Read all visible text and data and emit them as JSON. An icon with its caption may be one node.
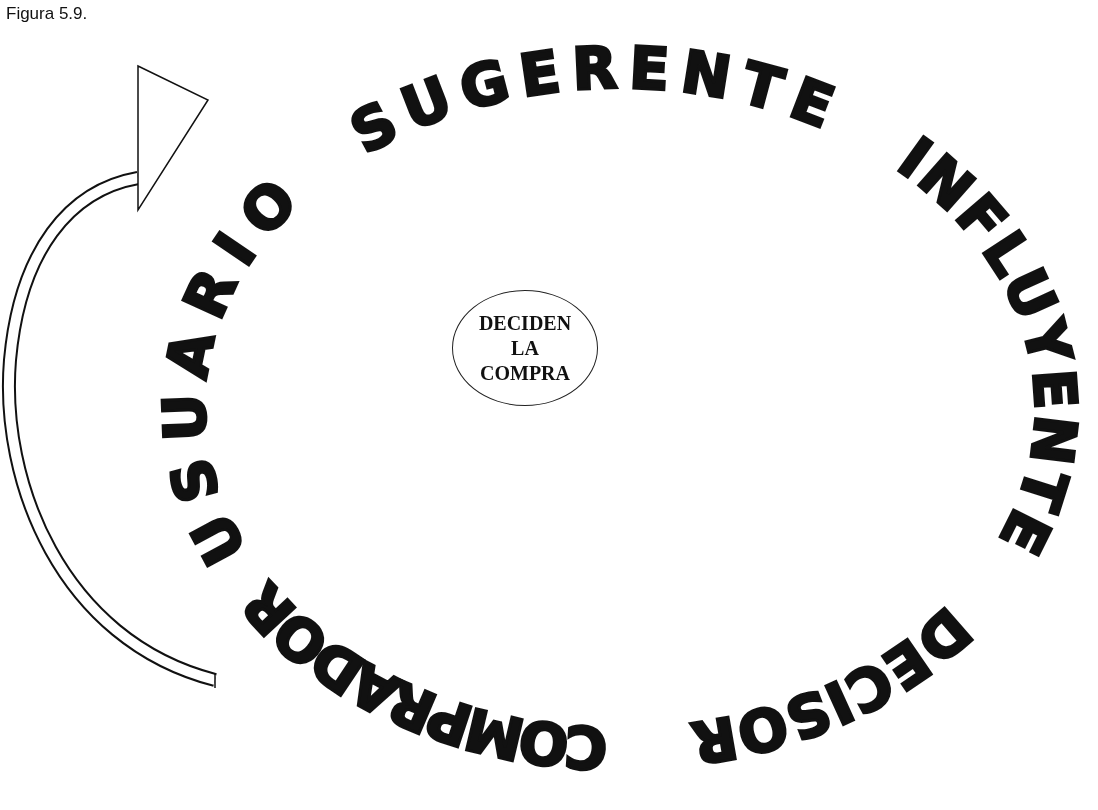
{
  "diagram": {
    "title": "Figura 5.9.",
    "nodes": [
      {
        "text": [
          "DECIDEN LA COMPRA"
        ]
      }
    ],
    "labels": [
      "USUARIO",
      "SUGERENTE",
      "INFLUYENTE",
      "DECISOR",
      "COMPRADOR"
    ]
  }
}
